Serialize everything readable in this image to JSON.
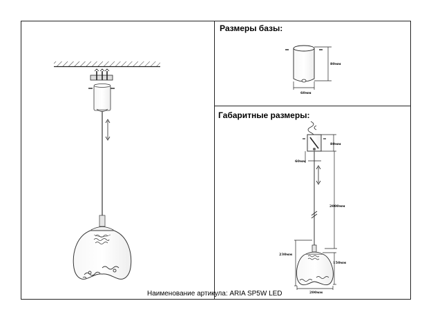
{
  "base_section": {
    "title": "Размеры базы:",
    "height_label": "80мм",
    "diameter_label": "60мм"
  },
  "overall_section": {
    "title": "Габаритные размеры:",
    "canopy_height_label": "80мм",
    "canopy_diameter_label": "60мм",
    "cable_length_label": "2000мм",
    "total_shade_height_label": "230мм",
    "shade_height_label": "150мм",
    "shade_diameter_label": "200мм"
  },
  "footer": {
    "article_label": "Наименование артикула: ARIA SP5W LED"
  }
}
